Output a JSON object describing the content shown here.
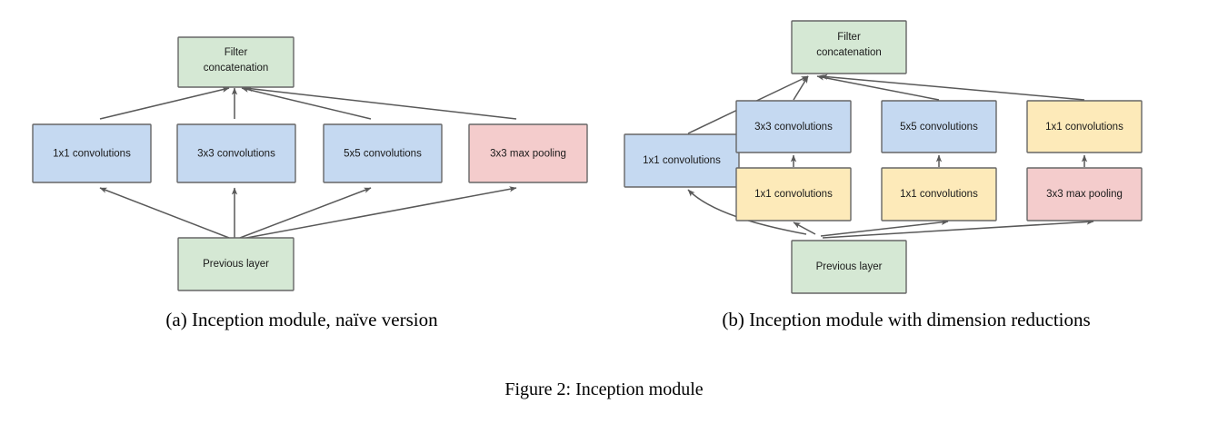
{
  "figure": {
    "caption": "Figure 2: Inception module",
    "subcaption_a": "(a)  Inception module, naïve version",
    "subcaption_b": "(b)  Inception module with dimension reductions"
  },
  "colors": {
    "green": "#d5e8d4",
    "blue": "#c5d9f1",
    "red": "#f4cccc",
    "yellow": "#fdeab9",
    "stroke": "#666666",
    "edge": "#595959"
  },
  "diagram_a": {
    "nodes": {
      "filter_concat": "Filter\nconcatenation",
      "filter_concat_line1": "Filter",
      "filter_concat_line2": "concatenation",
      "conv1x1": "1x1 convolutions",
      "conv3x3": "3x3 convolutions",
      "conv5x5": "5x5 convolutions",
      "maxpool3x3": "3x3 max pooling",
      "previous_layer": "Previous layer"
    }
  },
  "diagram_b": {
    "nodes": {
      "filter_concat_line1": "Filter",
      "filter_concat_line2": "concatenation",
      "conv1x1_left": "1x1 convolutions",
      "conv3x3": "3x3 convolutions",
      "conv5x5": "5x5 convolutions",
      "conv1x1_right": "1x1 convolutions",
      "reduce1x1_a": "1x1 convolutions",
      "reduce1x1_b": "1x1 convolutions",
      "maxpool3x3": "3x3 max pooling",
      "previous_layer": "Previous layer"
    }
  }
}
